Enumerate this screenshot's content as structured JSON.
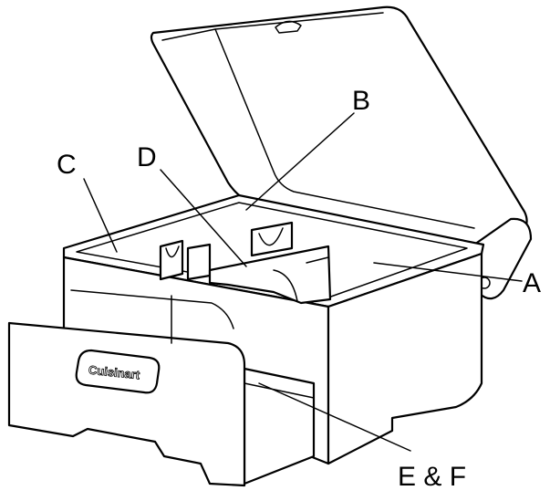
{
  "labels": {
    "a": "A",
    "b": "B",
    "c": "C",
    "d": "D",
    "ef": "E & F"
  },
  "brand": {
    "logo_text": "Cuisinart"
  }
}
